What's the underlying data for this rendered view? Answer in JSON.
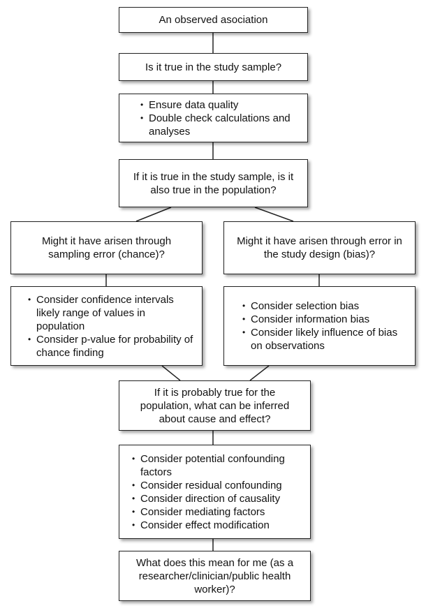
{
  "nodes": {
    "observed": "An observed asociation",
    "true_sample": "Is it true in the study sample?",
    "sample_checks": [
      "Ensure data quality",
      "Double check calculations and analyses"
    ],
    "true_population": "If it is true in the study sample, is it also true in the population?",
    "chance_question": "Might it have arisen through sampling error (chance)?",
    "bias_question": "Might it have arisen through error in the study design (bias)?",
    "chance_checks": [
      "Consider confidence intervals likely range of values in population",
      "Consider p-value for probability of chance finding"
    ],
    "bias_checks": [
      "Consider selection bias",
      "Consider information bias",
      "Consider likely influence of bias on observations"
    ],
    "cause_effect": "If it is probably true for the population, what can be inferred about cause and effect?",
    "confounding_checks": [
      "Consider potential confounding factors",
      "Consider residual confounding",
      "Consider direction of causality",
      "Consider mediating factors",
      "Consider effect modification"
    ],
    "meaning": "What does this mean for me (as a researcher/clinician/public health worker)?"
  }
}
